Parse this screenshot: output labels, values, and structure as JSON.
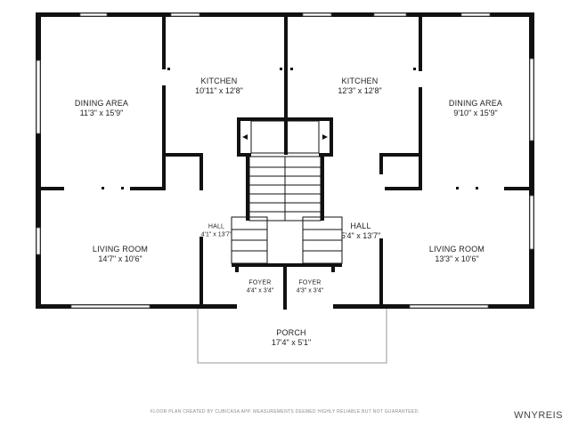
{
  "rooms": {
    "dining_left": {
      "name": "DINING AREA",
      "dims": "11'3\" x 15'9\""
    },
    "kitchen_left": {
      "name": "KITCHEN",
      "dims": "10'11\" x 12'8\""
    },
    "kitchen_right": {
      "name": "KITCHEN",
      "dims": "12'3\" x 12'8\""
    },
    "dining_right": {
      "name": "DINING AREA",
      "dims": "9'10\" x 15'9\""
    },
    "hall_left": {
      "name": "HALL",
      "dims": "4'1\" x 13'7\""
    },
    "hall_right": {
      "name": "HALL",
      "dims": "5'4\" x 13'7\""
    },
    "living_left": {
      "name": "LIVING ROOM",
      "dims": "14'7\" x 10'6\""
    },
    "living_right": {
      "name": "LIVING ROOM",
      "dims": "13'3\" x 10'6\""
    },
    "foyer_left": {
      "name": "FOYER",
      "dims": "4'4\" x 3'4\""
    },
    "foyer_right": {
      "name": "FOYER",
      "dims": "4'3\" x 3'4\""
    },
    "porch": {
      "name": "PORCH",
      "dims": "17'4\" x 5'1\""
    }
  },
  "footer": {
    "disclaimer": "FLOOR PLAN CREATED BY CUBICASA APP. MEASUREMENTS DEEMED HIGHLY RELIABLE BUT NOT GUARANTEED.",
    "brand": "WNYREIS"
  },
  "colors": {
    "wall": "#111111",
    "background": "#ffffff"
  }
}
